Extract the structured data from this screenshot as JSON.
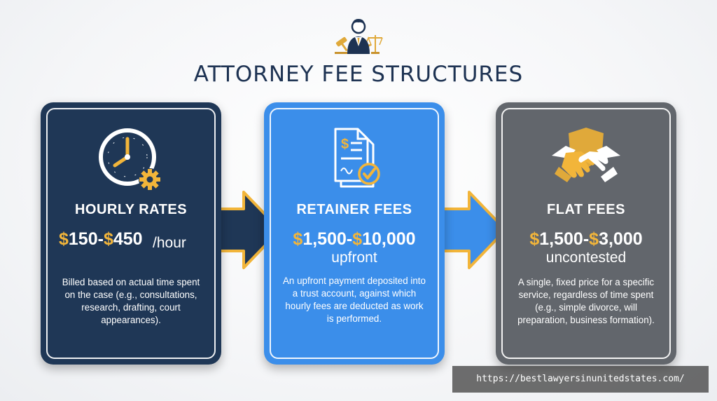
{
  "page": {
    "title": "ATTORNEY FEE STRUCTURES"
  },
  "icons": {
    "header": "attorney-scales-gavel-icon",
    "hourly": "clock-gear-icon",
    "retainer": "document-checkmark-icon",
    "flat": "handshake-shield-icon"
  },
  "colors": {
    "navy": "#1f3756",
    "blue": "#3b8eea",
    "gray": "#62666c",
    "gold": "#f2b53a"
  },
  "cards": [
    {
      "title": "HOURLY RATES",
      "price_parts": [
        "$",
        "150-",
        "$",
        "450"
      ],
      "unit": "/hour",
      "description": "Billed based on actual time spent on the case (e.g., consultations, research, drafting, court appearances)."
    },
    {
      "title": "RETAINER FEES",
      "price_parts": [
        "$",
        "1,500-",
        "$",
        "10,000"
      ],
      "unit": "upfront",
      "description": "An upfront payment deposited into a trust account, against which hourly fees are deducted as work is performed."
    },
    {
      "title": "FLAT FEES",
      "price_parts": [
        "$",
        "1,500-",
        "$",
        "3,000"
      ],
      "unit": "uncontested",
      "description": "A single, fixed price for a specific service, regardless of time spent (e.g., simple divorce, will preparation, business formation)."
    }
  ],
  "watermark": {
    "url": "https://bestlawyersinunitedstates.com/"
  }
}
